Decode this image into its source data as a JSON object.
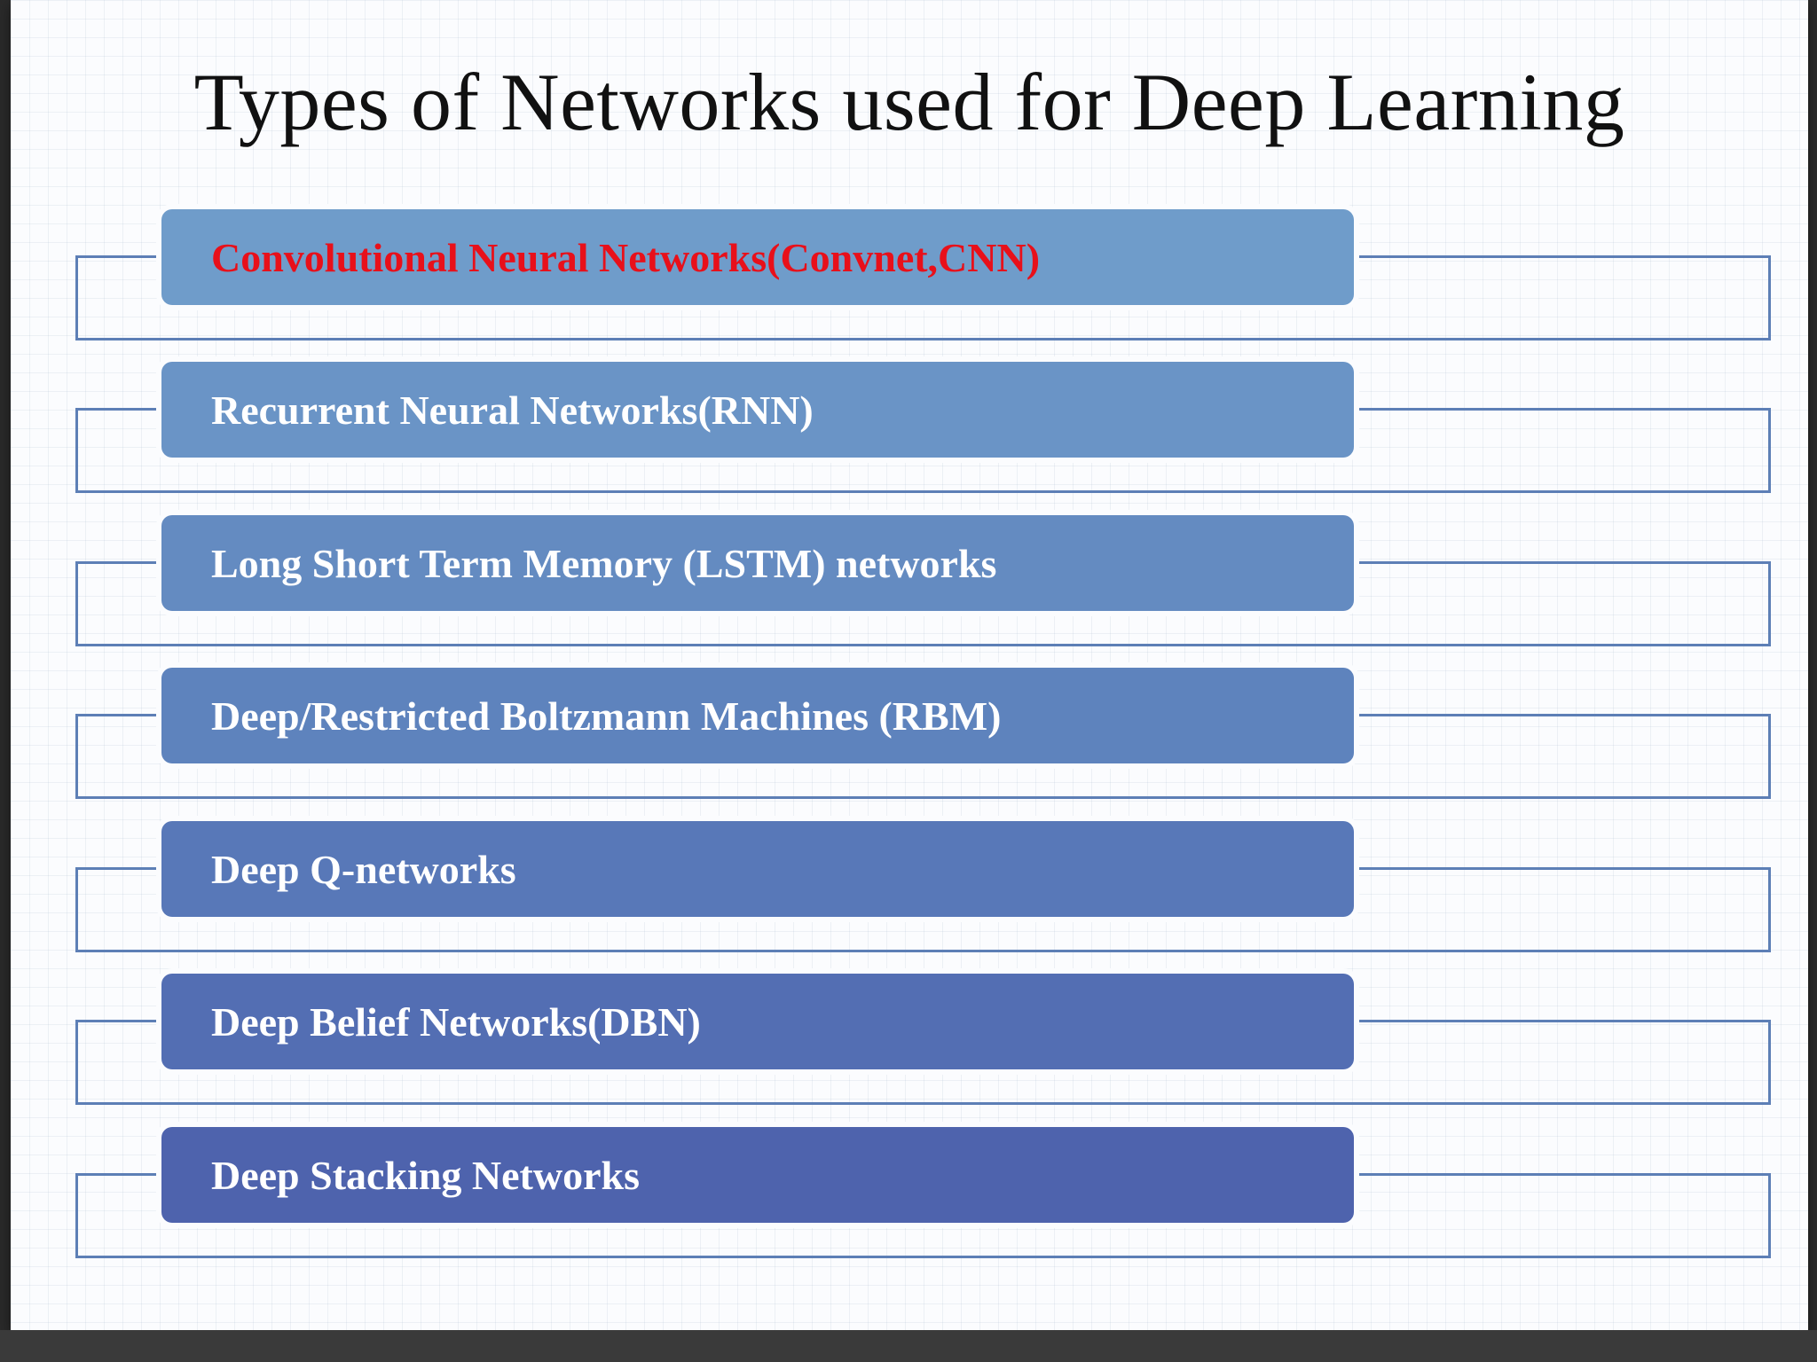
{
  "slide": {
    "title": "Types of Networks used for Deep Learning",
    "items": [
      {
        "label": "Convolutional Neural Networks(Convnet,CNN)",
        "color": "#6f9cca",
        "text_color": "#e8101a"
      },
      {
        "label": "Recurrent Neural Networks(RNN)",
        "color": "#6a94c6",
        "text_color": "#ffffff"
      },
      {
        "label": "Long Short Term Memory (LSTM) networks",
        "color": "#648bc1",
        "text_color": "#ffffff"
      },
      {
        "label": "Deep/Restricted Boltzmann Machines (RBM)",
        "color": "#5e83bd",
        "text_color": "#ffffff"
      },
      {
        "label": "Deep Q-networks",
        "color": "#5878b8",
        "text_color": "#ffffff"
      },
      {
        "label": "Deep Belief Networks(DBN)",
        "color": "#536eb3",
        "text_color": "#ffffff"
      },
      {
        "label": "Deep Stacking Networks",
        "color": "#4e63ad",
        "text_color": "#ffffff"
      }
    ]
  },
  "colors": {
    "bracket": "#5d7fb6",
    "background": "#fbfcfe"
  }
}
